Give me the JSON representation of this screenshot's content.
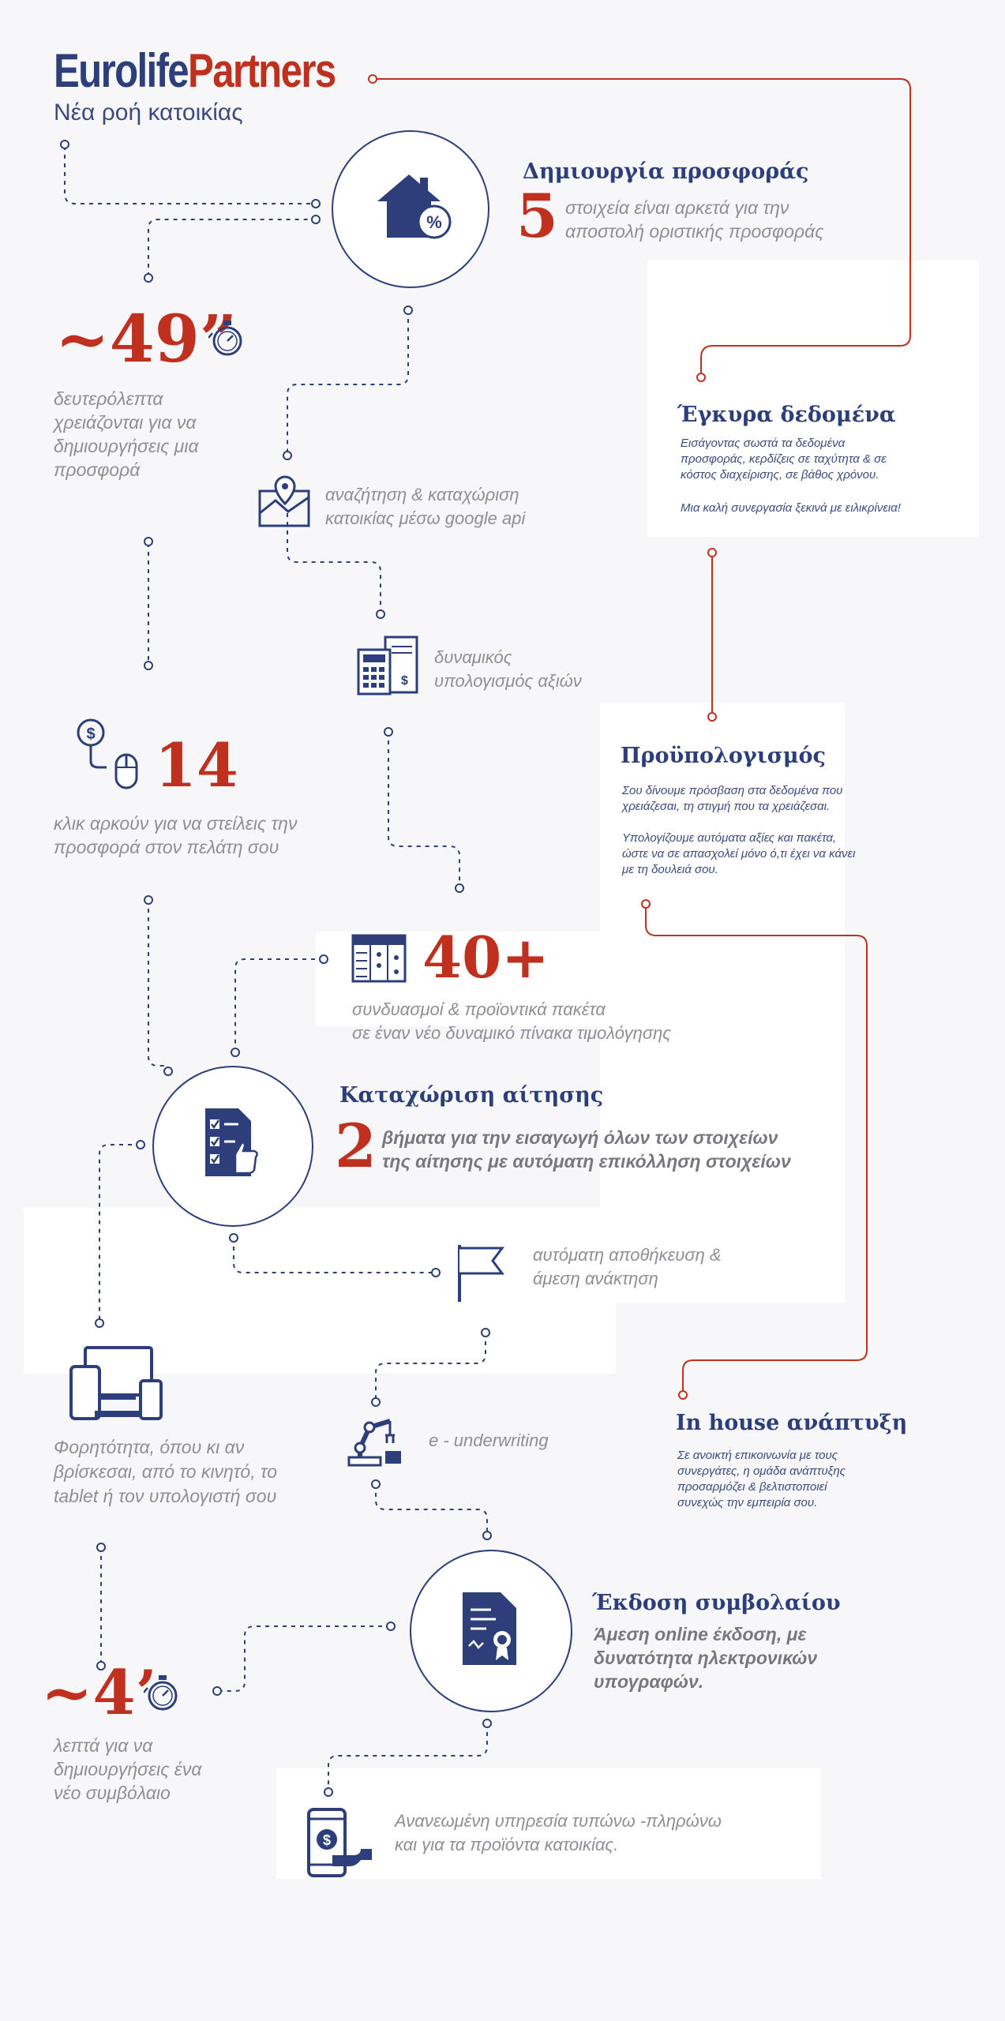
{
  "brand": {
    "name_part1": "Eurolife",
    "name_part2": "Partners",
    "subtitle": "Νέα ροή κατοικίας"
  },
  "colors": {
    "navy": "#2c3f7a",
    "red": "#c0301e",
    "gray": "#8e8e96"
  },
  "create_offer": {
    "title": "Δημιουργία προσφοράς",
    "number": "5",
    "text1": "στοιχεία είναι αρκετά για την",
    "text2": "αποστολή οριστικής προσφοράς",
    "icon": "house-percent-icon"
  },
  "seconds": {
    "number": "~49”",
    "text": [
      "δευτερόλεπτα",
      "χρειάζονται για να",
      "δημιουργήσεις μια",
      "προσφορά"
    ],
    "icon": "stopwatch-icon"
  },
  "valid_data": {
    "title": "Έγκυρα δεδομένα",
    "lines": [
      "Εισάγοντας σωστά τα δεδομένα",
      "προσφοράς, κερδίζεις σε ταχύτητα & σε",
      "κόστος διαχείρισης, σε βάθος χρόνου."
    ],
    "note": "Μια καλή συνεργασία ξεκινά με ειλικρίνεια!"
  },
  "search": {
    "text1": "αναζήτηση & καταχώριση",
    "text2": "κατοικίας μέσω google api",
    "icon": "map-pin-icon"
  },
  "dynamic_calc": {
    "text1": "δυναμικός",
    "text2": "υπολογισμός αξιών",
    "icon": "calculator-icon"
  },
  "clicks": {
    "number": "14",
    "text1": "κλικ αρκούν για να στείλεις την",
    "text2": "προσφορά στον πελάτη σου",
    "icon": "dollar-mouse-icon"
  },
  "budget": {
    "title": "Προϋπολογισμός",
    "lines1": [
      "Σου δίνουμε πρόσβαση στα δεδομένα που",
      "χρειάζεσαι, τη στιγμή που τα χρειάζεσαι."
    ],
    "lines2": [
      "Υπολογίζουμε αυτόματα αξίες και πακέτα,",
      "ώστε να σε απασχολεί μόνο ό,τι έχει να κάνει",
      "με τη δουλειά σου."
    ]
  },
  "packages": {
    "number": "40+",
    "text1": "συνδυασμοί & προϊοντικά πακέτα",
    "text2": "σε έναν νέο δυναμικό πίνακα τιμολόγησης",
    "icon": "pricing-table-icon"
  },
  "application": {
    "title": "Καταχώριση αίτησης",
    "number": "2",
    "text1": "βήματα για την εισαγωγή όλων των στοιχείων",
    "text2": "της αίτησης με αυτόματη επικόλληση στοιχείων",
    "icon": "checklist-thumb-icon"
  },
  "autosave": {
    "text1": "αυτόματη αποθήκευση &",
    "text2": "άμεση ανάκτηση",
    "icon": "flag-icon"
  },
  "portability": {
    "lines": [
      "Φορητότητα, όπου κι αν",
      "βρίσκεσαι, από το κινητό, το",
      "tablet ή τον υπολογιστή σου"
    ],
    "icon": "devices-icon"
  },
  "underwriting": {
    "text": "e - underwriting",
    "icon": "robot-arm-icon"
  },
  "inhouse": {
    "title": "In house ανάπτυξη",
    "lines": [
      "Σε ανοικτή επικοινωνία με τους",
      "συνεργάτες, η ομάδα ανάπτυξης",
      "προσαρμόζει & βελτιστοποιεί",
      "συνεχώς την εμπειρία σου."
    ]
  },
  "policy": {
    "title": "Έκδοση συμβολαίου",
    "lines": [
      "Άμεση online έκδοση, με",
      "δυνατότητα ηλεκτρονικών",
      "υπογραφών."
    ],
    "icon": "certificate-icon"
  },
  "minutes": {
    "number": "~4’",
    "lines": [
      "λεπτά για να",
      "δημιουργήσεις ένα",
      "νέο συμβόλαιο"
    ],
    "icon": "stopwatch-icon"
  },
  "payments": {
    "text1": "Ανανεωμένη υπηρεσία τυπώνω -πληρώνω",
    "text2": "και για τα προϊόντα κατοικίας.",
    "icon": "mobile-payment-icon"
  }
}
